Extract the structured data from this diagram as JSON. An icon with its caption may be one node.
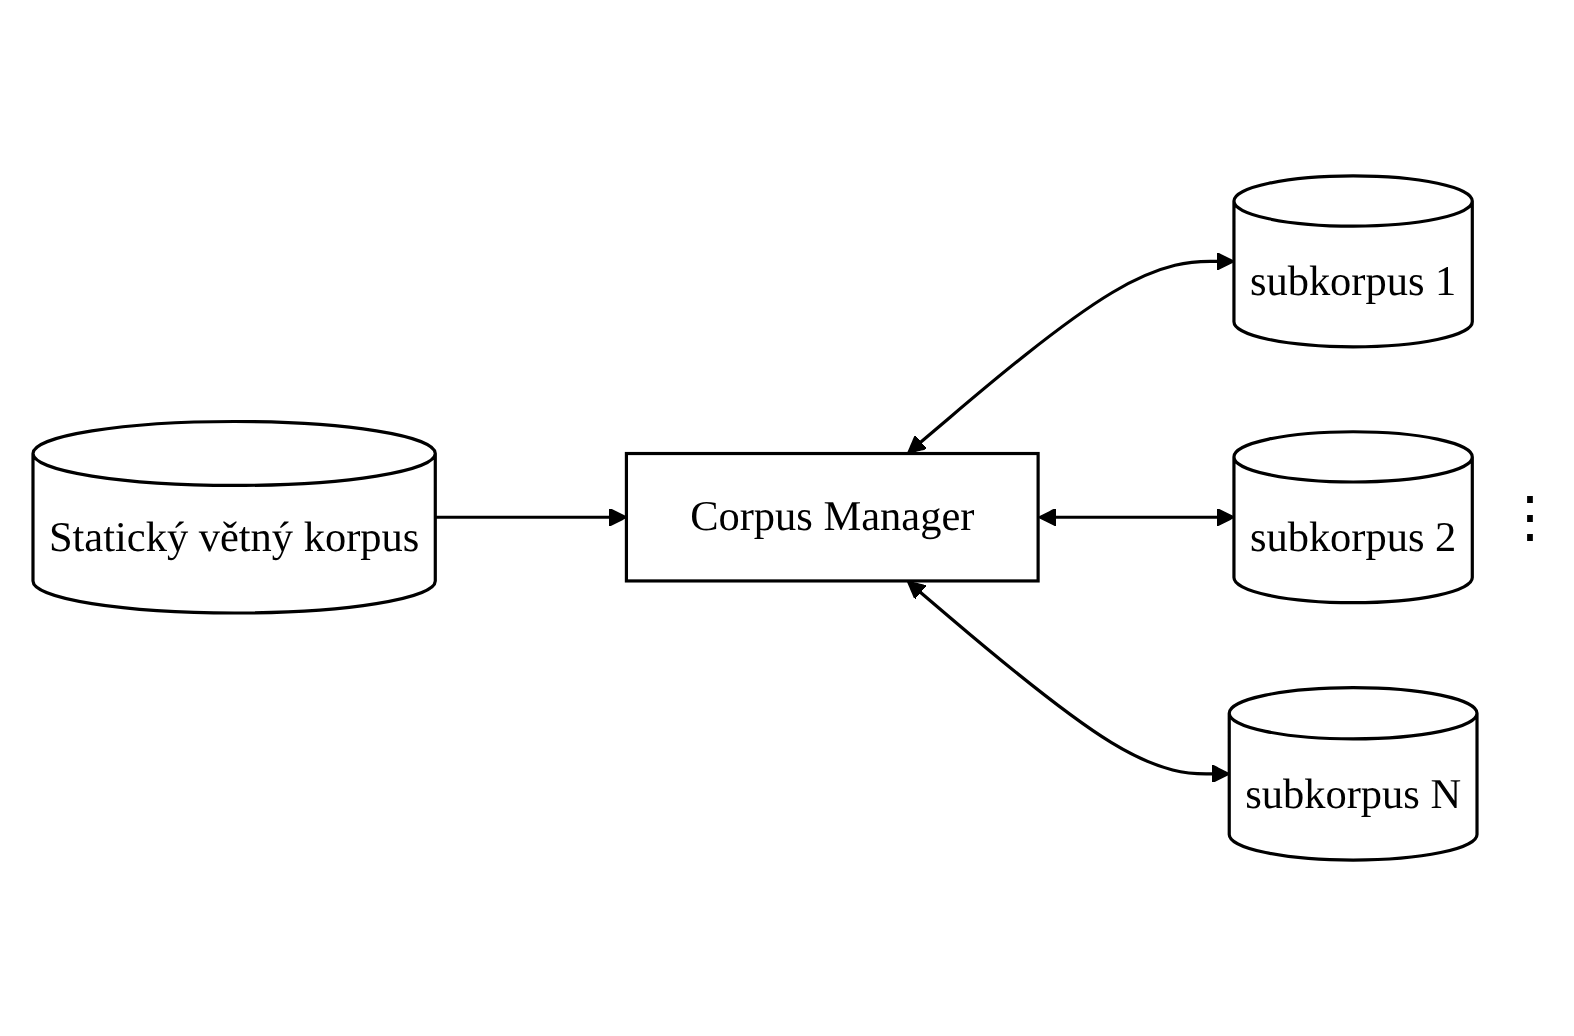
{
  "diagram": {
    "nodes": [
      {
        "text": [
          "Statický větný korpus"
        ]
      },
      {
        "text": [
          "Corpus Manager"
        ]
      },
      {
        "text": [
          "subkorpus 1"
        ]
      },
      {
        "text": [
          "subkorpus 2"
        ]
      },
      {
        "text": [
          "subkorpus N"
        ]
      }
    ],
    "edges": [
      {
        "from": 0,
        "to": 1,
        "arrow": "to"
      },
      {
        "from": 1,
        "to": 2,
        "arrow": "both"
      },
      {
        "from": 1,
        "to": 3,
        "arrow": "both"
      },
      {
        "from": 1,
        "to": 4,
        "arrow": "both"
      }
    ],
    "labels": [
      "⋮"
    ]
  }
}
